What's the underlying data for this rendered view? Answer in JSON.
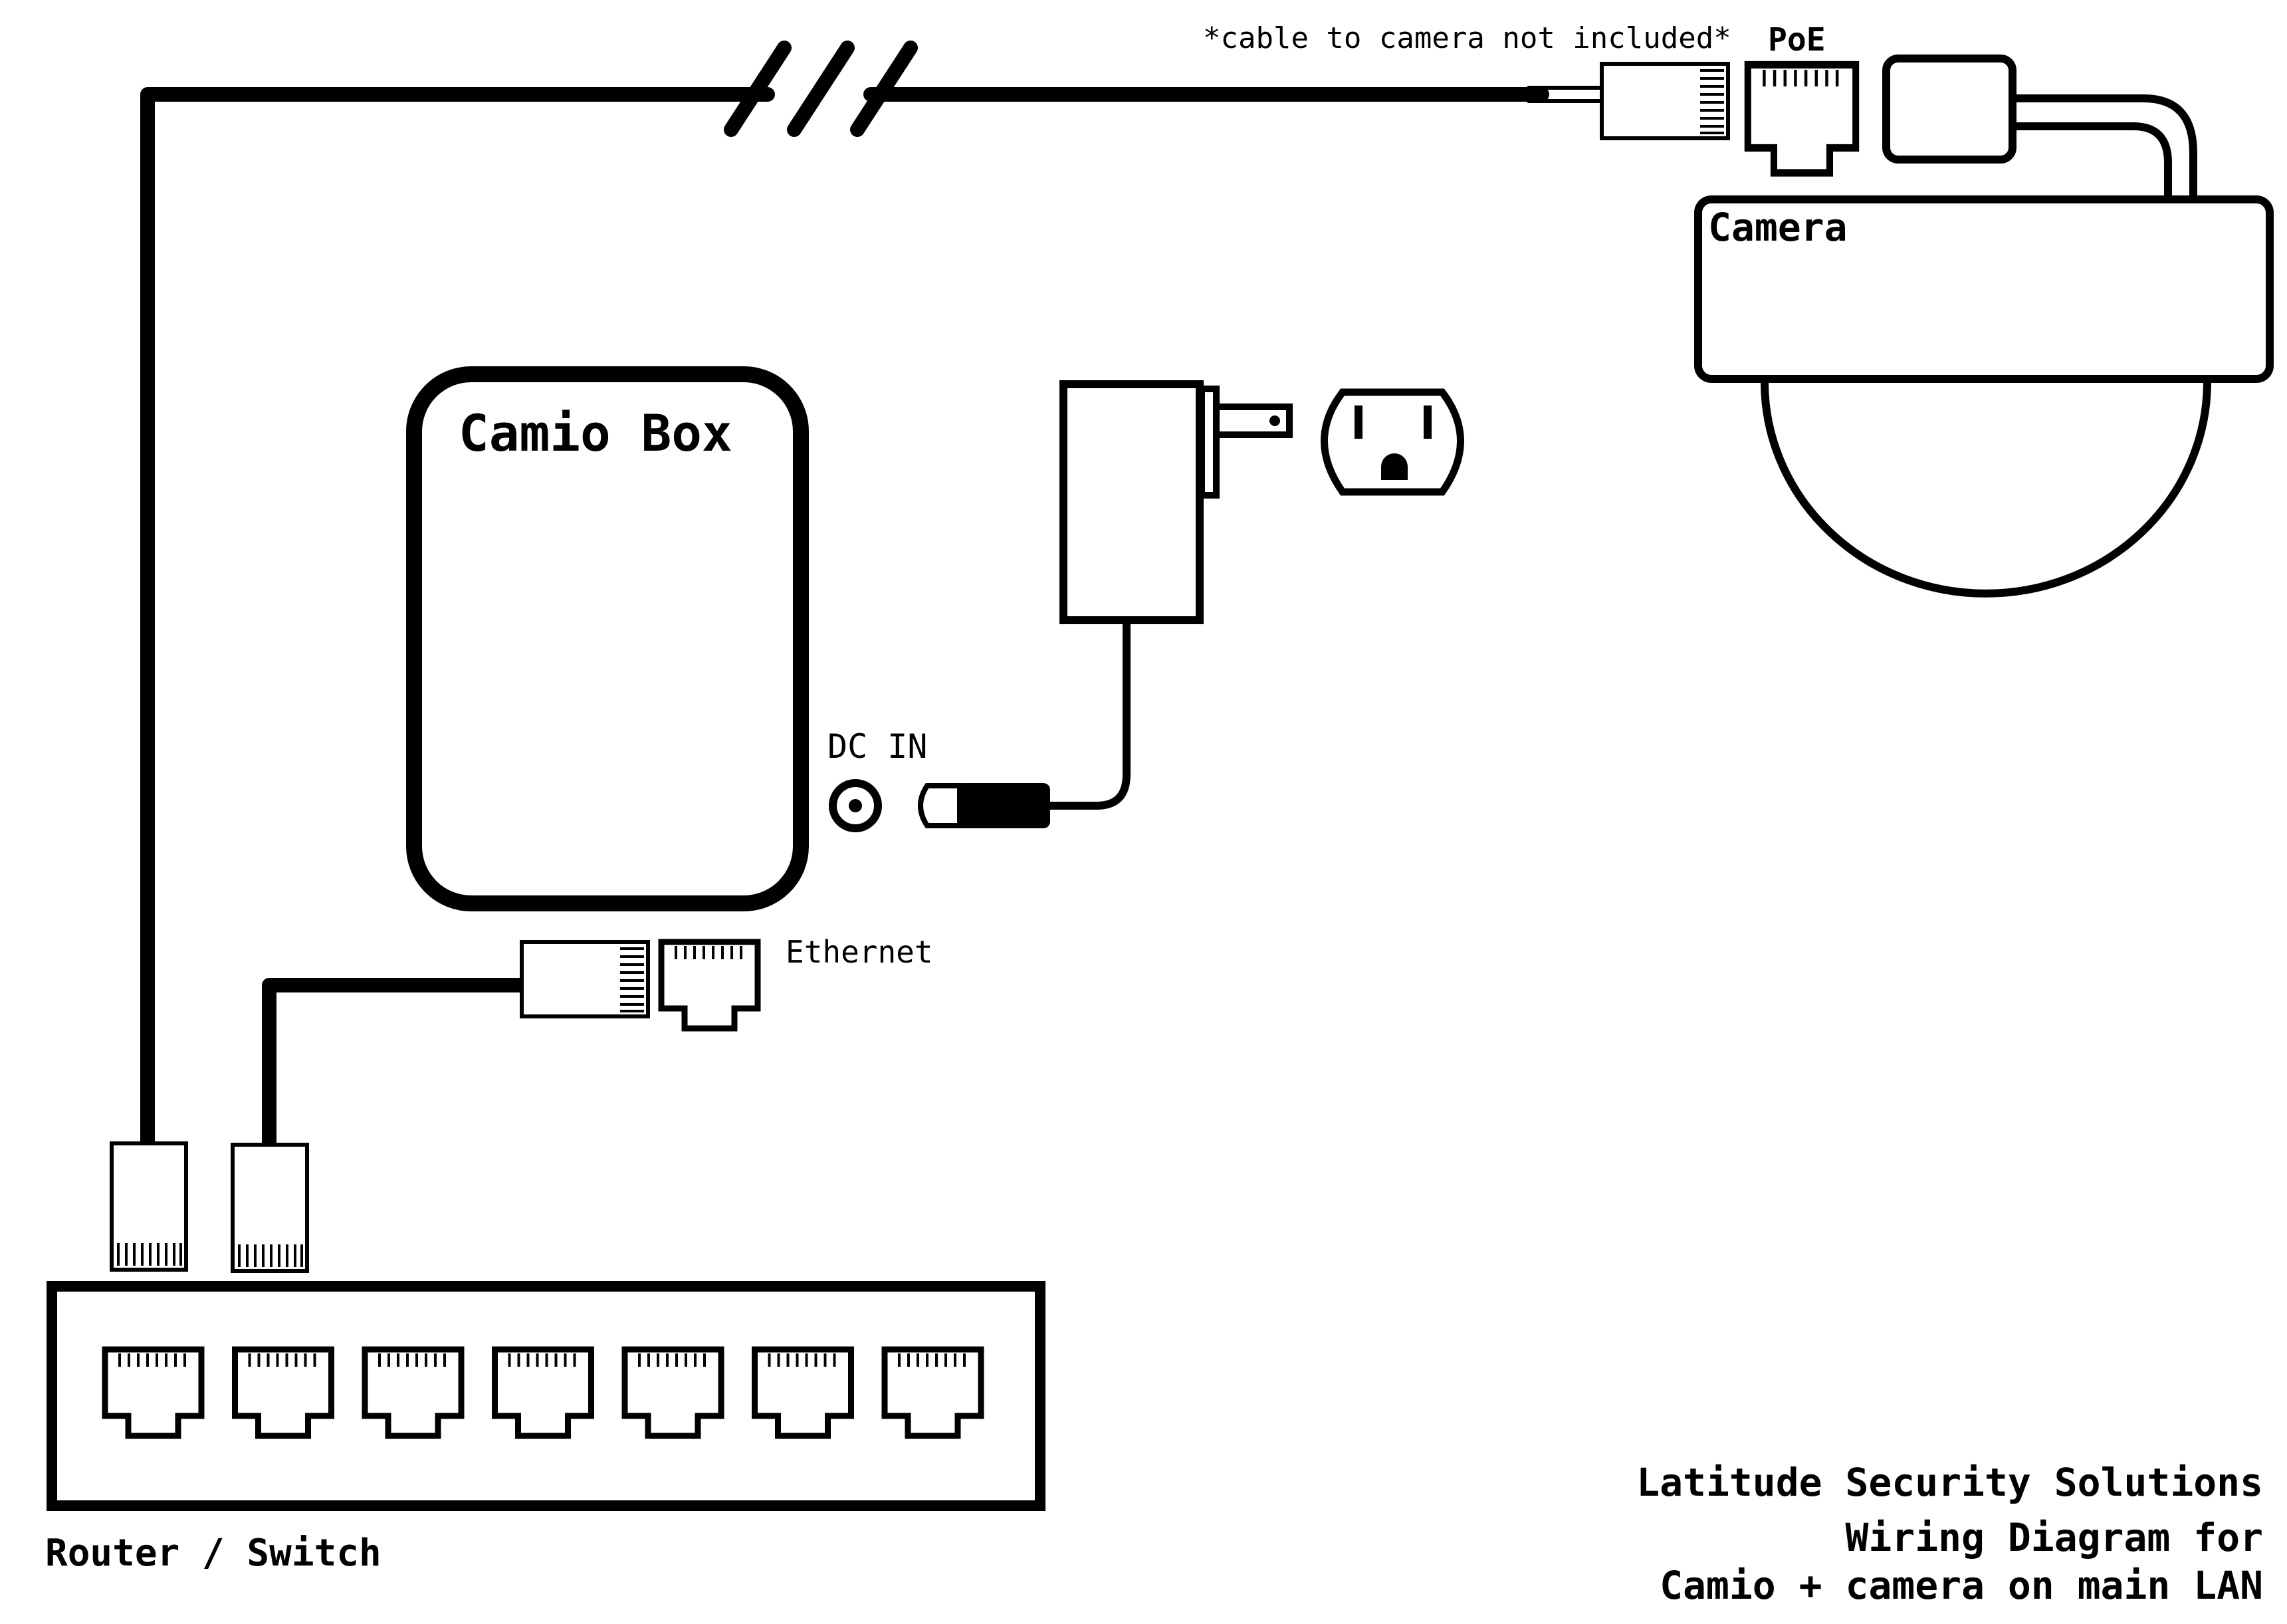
{
  "labels": {
    "cable_note": "*cable to camera not included*",
    "poe": "PoE",
    "camera": "Camera",
    "camio_box": "Camio Box",
    "dc_in": "DC IN",
    "ethernet": "Ethernet",
    "router_switch": "Router / Switch"
  },
  "footer": {
    "company": "Latitude Security Solutions",
    "line2": "Wiring Diagram for",
    "line3": "Camio + camera on main LAN"
  },
  "router": {
    "port_count": 7
  },
  "colors": {
    "ink": "#000000",
    "background": "#ffffff"
  }
}
